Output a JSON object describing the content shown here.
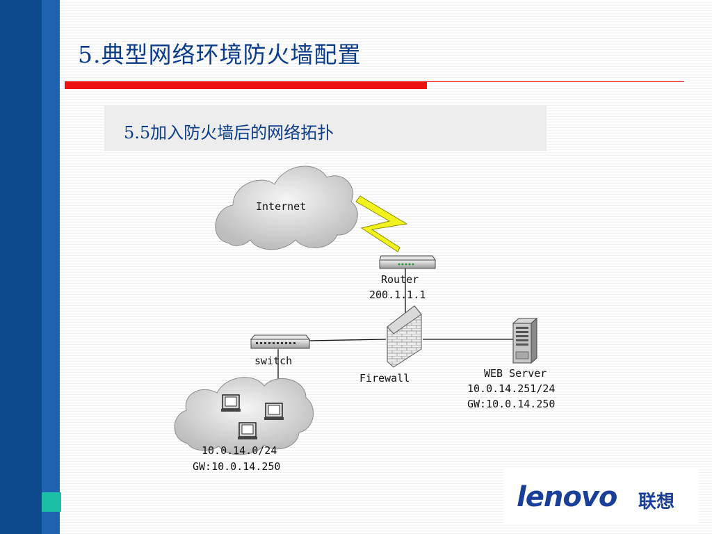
{
  "slide": {
    "title": "5.典型网络环境防火墙配置",
    "subtitle": "5.5加入防火墙后的网络拓扑"
  },
  "diagram": {
    "internet_label": "Internet",
    "router": {
      "name": "Router",
      "ip": "200.1.1.1"
    },
    "firewall_label": "Firewall",
    "switch_label": "switch",
    "web_server": {
      "name": "WEB Server",
      "ip": "10.0.14.251/24",
      "gateway": "GW:10.0.14.250"
    },
    "lan": {
      "subnet": "10.0.14.0/24",
      "gateway": "GW:10.0.14.250"
    }
  },
  "logo": {
    "brand": "lenovo",
    "brand_cn": "联想"
  },
  "colors": {
    "left_bar": "#0d4a8c",
    "left_bar_inner": "#1f62b0",
    "accent_teal": "#1bbfa5",
    "title_blue": "#0b3c8a",
    "red_accent": "#ee1111",
    "lightning": "#f2f21e"
  }
}
